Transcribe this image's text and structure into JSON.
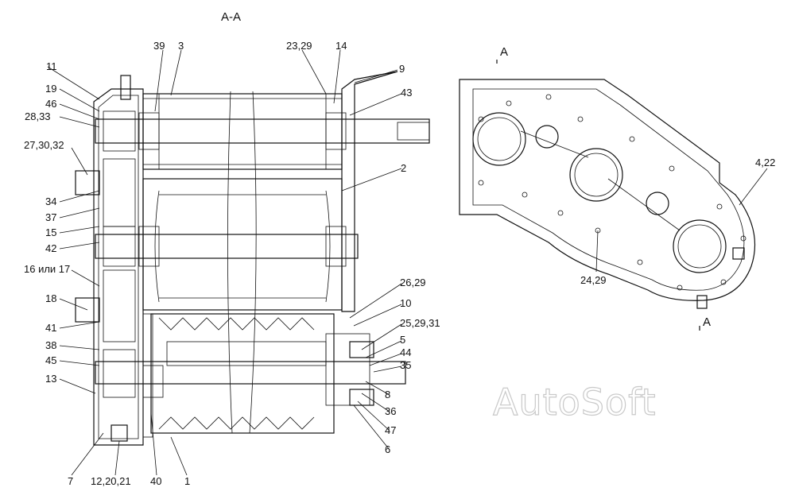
{
  "section_title": "А-А",
  "section_marks": [
    "А",
    "А"
  ],
  "watermark": "AutoSoft",
  "callouts": [
    "39",
    "3",
    "23,29",
    "14",
    "9",
    "11",
    "19",
    "46",
    "28,33",
    "43",
    "27,30,32",
    "2",
    "34",
    "37",
    "15",
    "42",
    "16 или 17",
    "18",
    "26,29",
    "10",
    "41",
    "25,29,31",
    "38",
    "5",
    "44",
    "45",
    "35",
    "13",
    "8",
    "36",
    "47",
    "6",
    "7",
    "12,20,21",
    "40",
    "1",
    "4,22",
    "24,29"
  ]
}
